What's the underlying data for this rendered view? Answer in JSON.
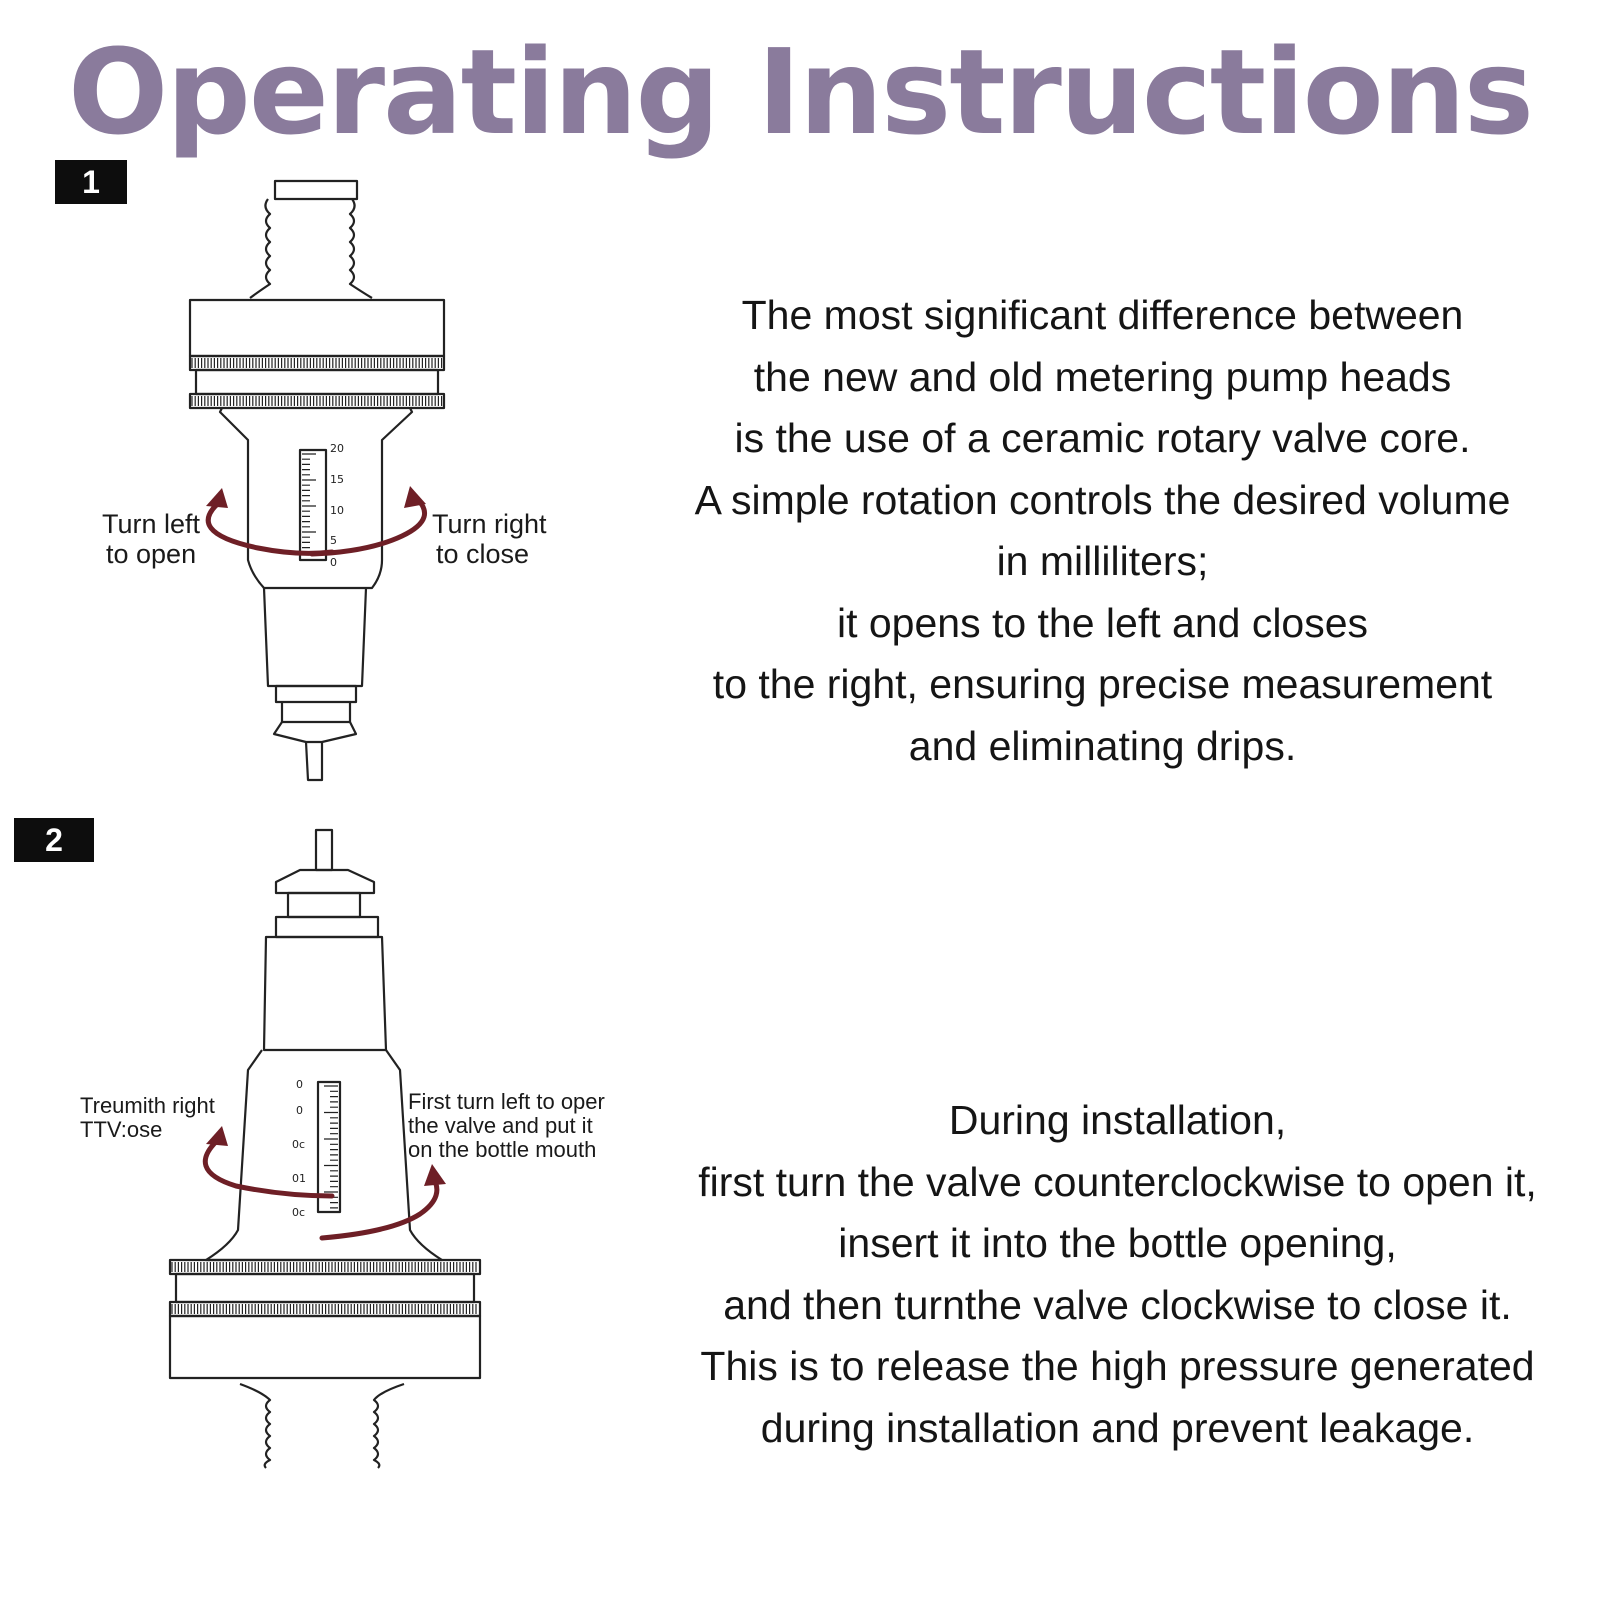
{
  "title": "Operating Instructions",
  "colors": {
    "title": "#8a7b9c",
    "arrow": "#6e1f26",
    "line": "#222222"
  },
  "steps": [
    {
      "number": "1",
      "label_left": [
        "Turn left",
        "to open"
      ],
      "label_right": [
        "Turn right",
        "to close"
      ],
      "scale_ticks": [
        "20",
        "15",
        "10",
        "5",
        "0"
      ],
      "text": [
        "The most significant difference between",
        "the new and old metering pump heads",
        "is the use of a ceramic rotary valve core.",
        "A simple rotation controls the desired volume",
        "in milliliters;",
        "it opens to the left and closes",
        "to the right, ensuring precise measurement",
        "and eliminating drips."
      ]
    },
    {
      "number": "2",
      "label_left": [
        "Treumith right",
        "TTV:ose"
      ],
      "label_right": [
        "First turn left to oper",
        "the valve and put it",
        "on the bottle mouth"
      ],
      "scale_ticks": [
        "0",
        "0",
        "0c",
        "01",
        "0c"
      ],
      "text": [
        "During installation,",
        "first turn the valve counterclockwise to open it,",
        "insert it into the bottle opening,",
        "and then turnthe valve clockwise to close it.",
        "This is to release the high pressure generated",
        "during installation and prevent leakage."
      ]
    }
  ]
}
